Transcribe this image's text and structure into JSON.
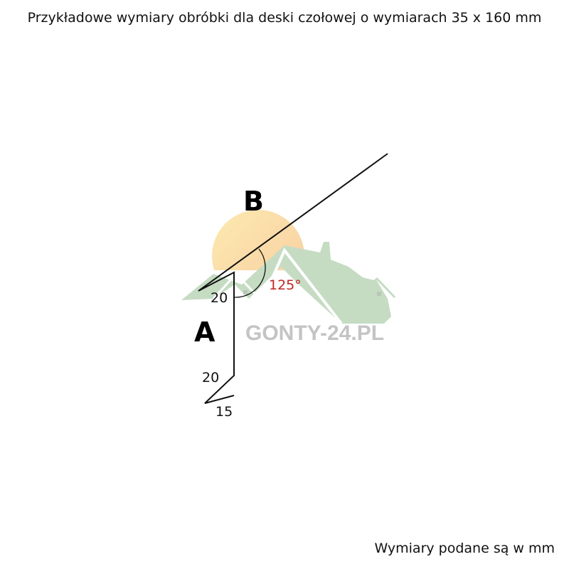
{
  "title": "Przykładowe wymiary obróbki dla deski czołowej o wymiarach 35 x 160 mm",
  "footer": "Wymiary podane są w mm",
  "diagram": {
    "label_a": "A",
    "label_b": "B",
    "dim_top": "20",
    "dim_bottom": "20",
    "dim_hook": "15",
    "angle": "125°",
    "angle_color": "#c0261f",
    "watermark": "GONTY-24.PL"
  }
}
